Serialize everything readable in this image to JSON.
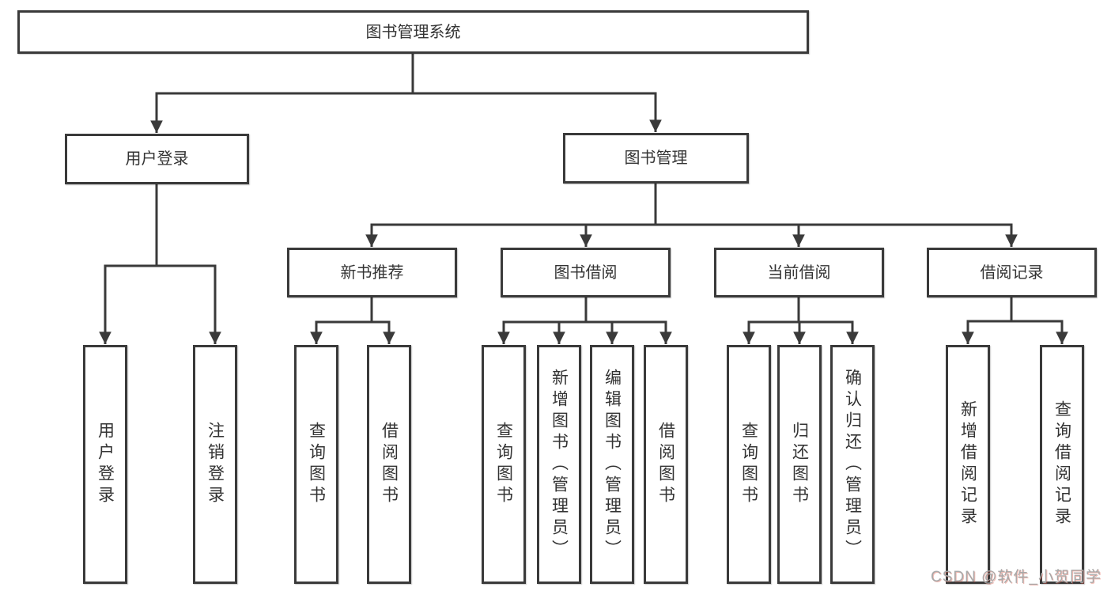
{
  "colors": {
    "line": "#3a3a3a",
    "box_border": "#3a3a3a",
    "box_background": "#ffffff",
    "text": "#333333",
    "watermark_gray": "#a8a8a8",
    "watermark_red_shadow": "#d95443"
  },
  "tree": {
    "root": "图书管理系统",
    "branches": [
      {
        "label": "用户登录",
        "children": [
          "用户登录",
          "注销登录"
        ]
      },
      {
        "label": "图书管理",
        "groups": [
          {
            "label": "新书推荐",
            "children": [
              "查询图书",
              "借阅图书"
            ]
          },
          {
            "label": "图书借阅",
            "children": [
              "查询图书",
              "新增图书（管理员）",
              "编辑图书（管理员）",
              "借阅图书"
            ]
          },
          {
            "label": "当前借阅",
            "children": [
              "查询图书",
              "归还图书",
              "确认归还（管理员）"
            ]
          },
          {
            "label": "借阅记录",
            "children": [
              "新增借阅记录",
              "查询借阅记录"
            ]
          }
        ]
      }
    ]
  },
  "watermark": "CSDN @软件_小贺同学"
}
